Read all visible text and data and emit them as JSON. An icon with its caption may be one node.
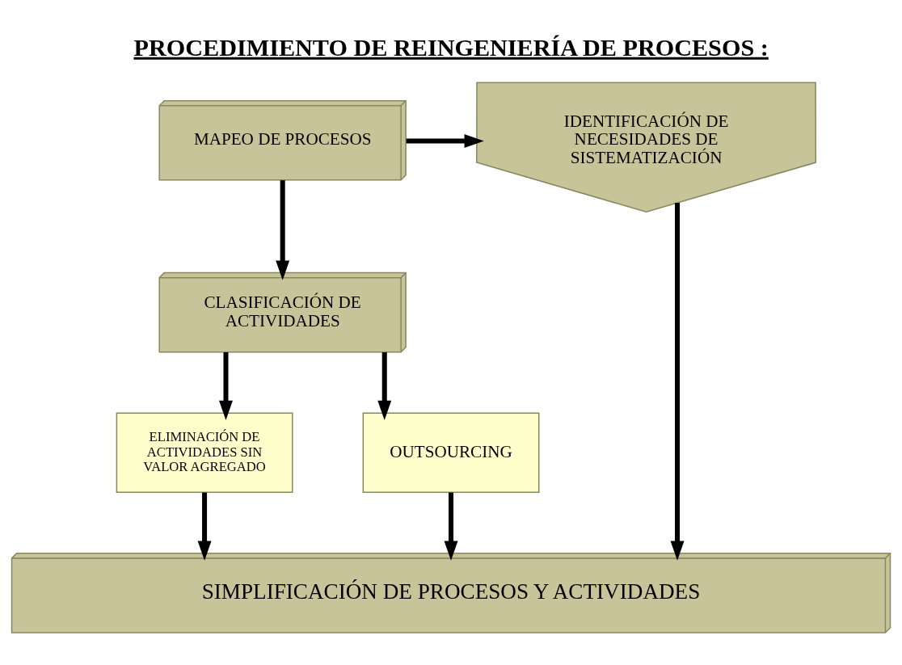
{
  "diagram": {
    "title": "PROCEDIMIENTO DE REINGENIERÍA DE PROCESOS :",
    "nodes": [
      {
        "text": [
          "MAPEO DE PROCESOS"
        ]
      },
      {
        "text": [
          "IDENTIFICACIÓN DE NECESIDADES DE SISTEMATIZACIÓN"
        ]
      },
      {
        "text": [
          "CLASIFICACIÓN DE ACTIVIDADES"
        ]
      },
      {
        "text": [
          "ELIMINACIÓN DE ACTIVIDADES SIN VALOR AGREGADO"
        ]
      },
      {
        "text": [
          "OUTSOURCING"
        ]
      },
      {
        "text": [
          "SIMPLIFICACIÓN DE PROCESOS Y ACTIVIDADES"
        ]
      }
    ],
    "edges": [
      {
        "from": 0,
        "to": 1,
        "arrow": "to"
      },
      {
        "from": 0,
        "to": 2,
        "arrow": "to"
      },
      {
        "from": 2,
        "to": 3,
        "arrow": "to"
      },
      {
        "from": 2,
        "to": 4,
        "arrow": "to"
      },
      {
        "from": 3,
        "to": 5,
        "arrow": "to"
      },
      {
        "from": 4,
        "to": 5,
        "arrow": "to"
      },
      {
        "from": 1,
        "to": 5,
        "arrow": "to"
      }
    ]
  }
}
